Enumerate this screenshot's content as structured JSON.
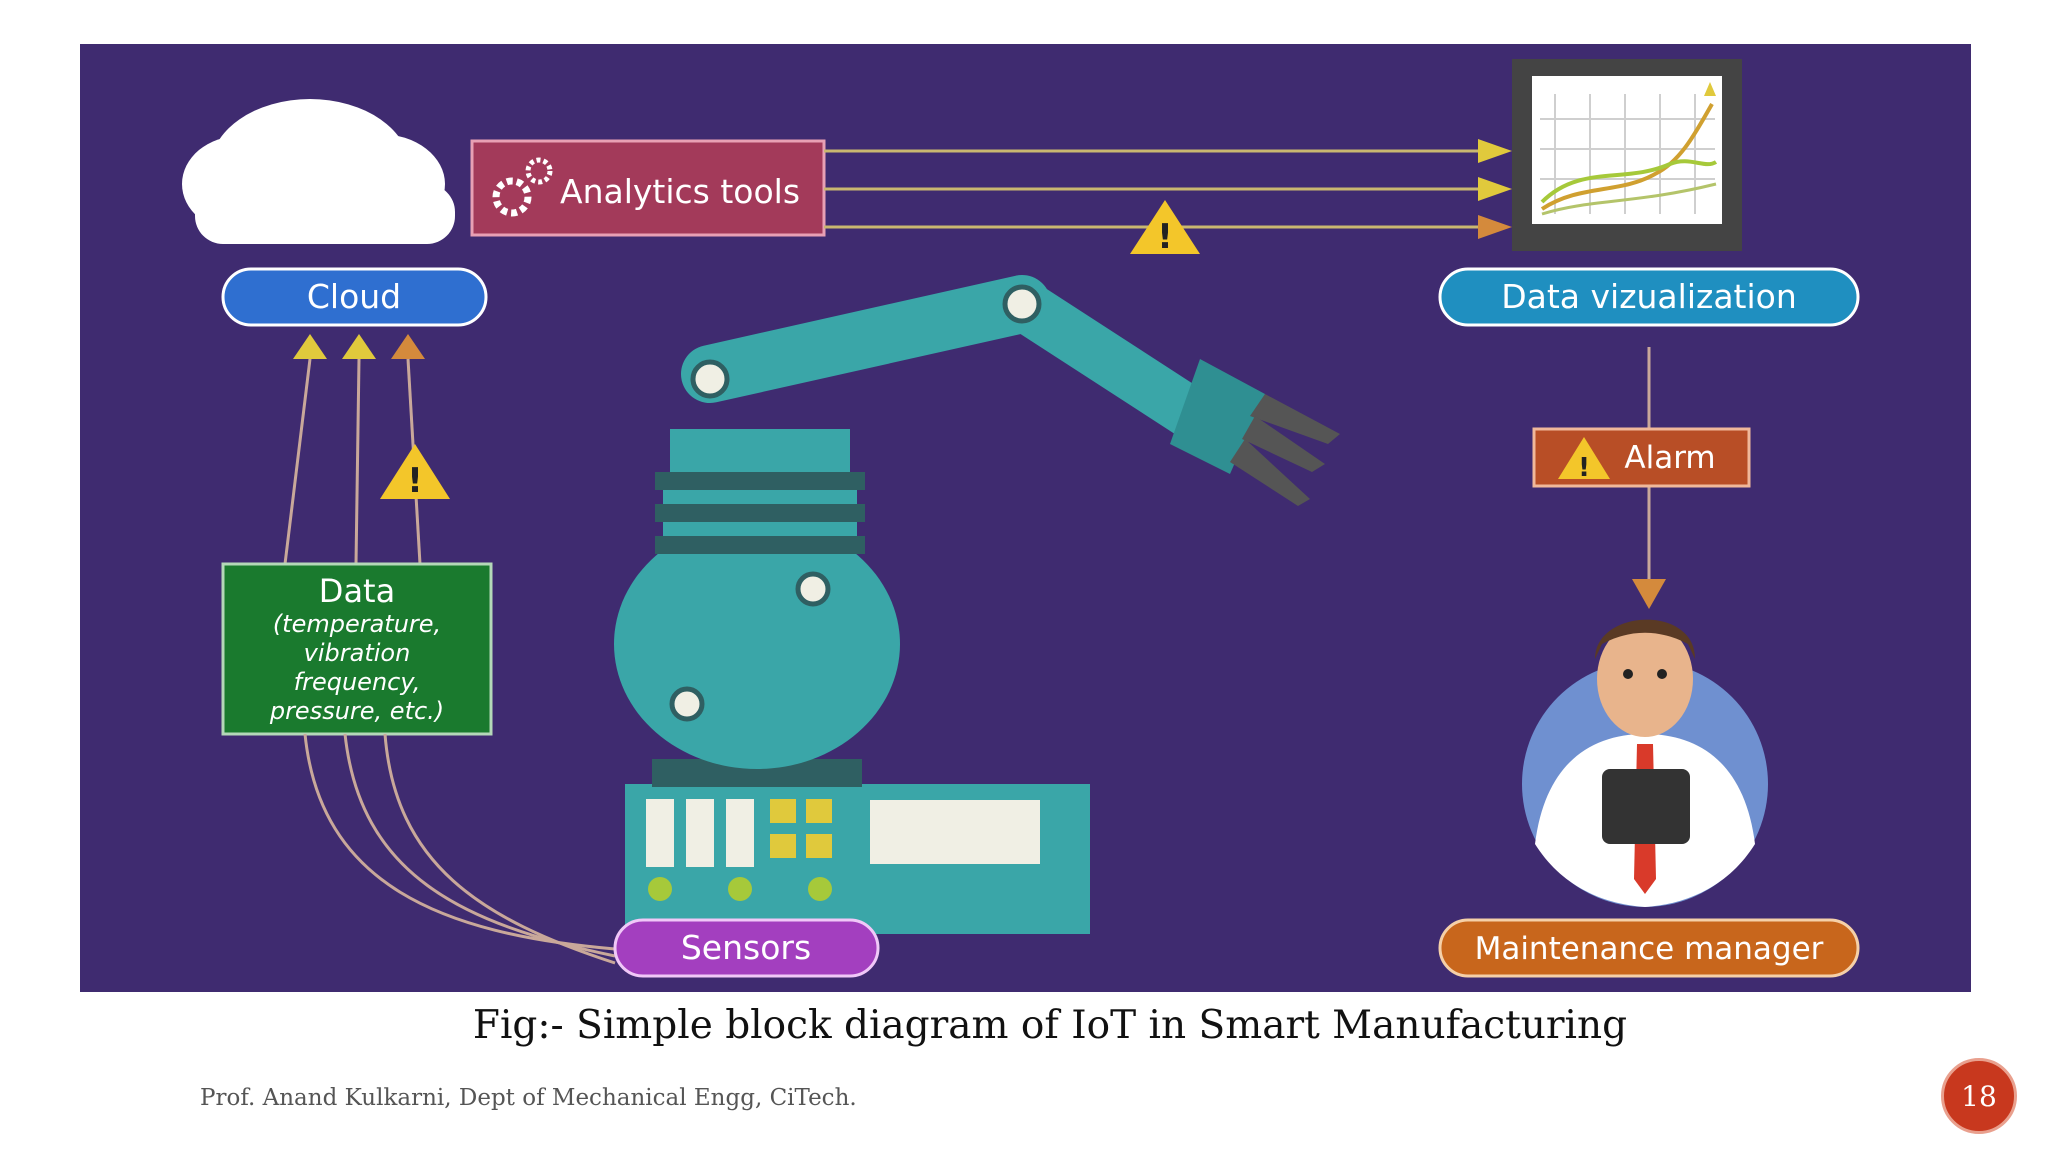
{
  "diagram": {
    "nodes": {
      "cloud": "Cloud",
      "analytics": "Analytics tools",
      "visualization": "Data vizualization",
      "alarm": "Alarm",
      "data_title": "Data",
      "data_lines": [
        "(temperature,",
        "vibration",
        "frequency,",
        "pressure, etc.)"
      ],
      "sensors": "Sensors",
      "manager": "Maintenance manager"
    },
    "colors": {
      "background": "#3f2b70",
      "cloud_pill": "#2f6fd0",
      "visualization_pill": "#1f8fc0",
      "sensors_pill": "#a33fbf",
      "manager_pill": "#c8661c",
      "data_box": "#1a7a2e",
      "analytics_box": "#a33a5a",
      "alarm_box": "#b84e26",
      "robot": "#3aa6a8"
    }
  },
  "caption": "Fig:- Simple block diagram of IoT in Smart Manufacturing",
  "footer": "Prof. Anand Kulkarni, Dept of Mechanical Engg, CiTech.",
  "page_number": "18"
}
